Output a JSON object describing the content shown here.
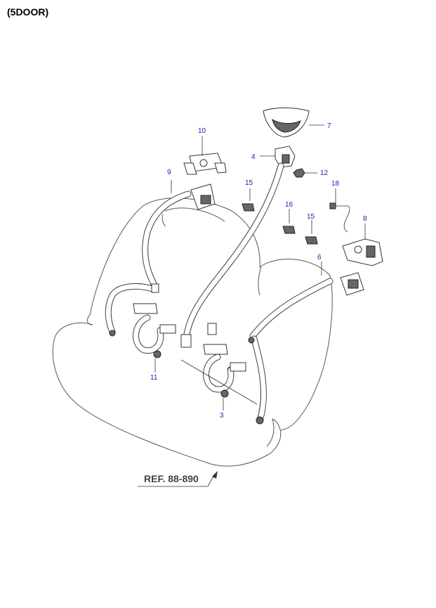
{
  "header": {
    "title": "(5DOOR)"
  },
  "reference": {
    "label": "REF. 88-890"
  },
  "callouts": [
    {
      "id": "7",
      "label": "7"
    },
    {
      "id": "10",
      "label": "10"
    },
    {
      "id": "4",
      "label": "4"
    },
    {
      "id": "12",
      "label": "12"
    },
    {
      "id": "9",
      "label": "9"
    },
    {
      "id": "15a",
      "label": "15"
    },
    {
      "id": "18",
      "label": "18"
    },
    {
      "id": "16",
      "label": "16"
    },
    {
      "id": "15b",
      "label": "15"
    },
    {
      "id": "8",
      "label": "8"
    },
    {
      "id": "6",
      "label": "6"
    },
    {
      "id": "11",
      "label": "11"
    },
    {
      "id": "3",
      "label": "3"
    }
  ]
}
